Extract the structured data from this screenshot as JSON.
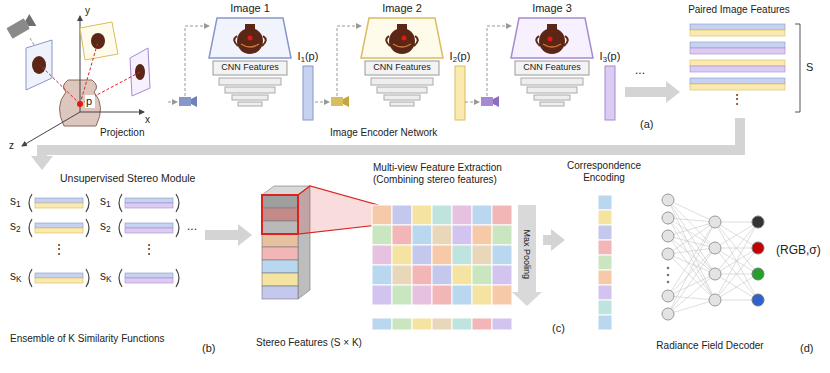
{
  "diagram": {
    "nodes": [
      {
        "text": [
          "Image 1",
          "CNN Features"
        ]
      },
      {
        "text": [
          "I1(p)"
        ]
      },
      {
        "text": [
          "Image 2",
          "CNN Features"
        ]
      },
      {
        "text": [
          "I2(p)"
        ]
      },
      {
        "text": [
          "Image 3",
          "CNN Features"
        ]
      },
      {
        "text": [
          "I3(p)"
        ]
      },
      {
        "text": [
          "Paired Image Features"
        ]
      },
      {
        "text": [
          "Unsupervised Stereo Module",
          "Ensemble of K Similarity Functions"
        ]
      },
      {
        "text": [
          "Stereo Features (S × K)"
        ]
      },
      {
        "text": [
          "Multi-view Feature Extraction (Combining stereo features)"
        ]
      },
      {
        "text": [
          "Correspondence Encoding"
        ]
      },
      {
        "text": [
          "Radiance Field Decoder"
        ]
      }
    ],
    "edges": [
      {
        "from": 5,
        "to": 6,
        "arrow": "to"
      },
      {
        "from": 6,
        "to": 7,
        "arrow": "to"
      },
      {
        "from": 7,
        "to": 8,
        "arrow": "to"
      },
      {
        "from": 9,
        "to": 10,
        "arrow": "to"
      }
    ],
    "labels": [
      "p",
      "x",
      "y",
      "z",
      "Projection",
      "Image Encoder Network",
      "(a)",
      "...",
      "⋮",
      "S",
      "s1",
      "s2",
      "⋮",
      "sK",
      "s1",
      "s2",
      "⋮",
      "sK",
      "...",
      "(b)",
      "Max Pooling",
      "(c)",
      "(RGB,σ)",
      "(d)"
    ]
  }
}
